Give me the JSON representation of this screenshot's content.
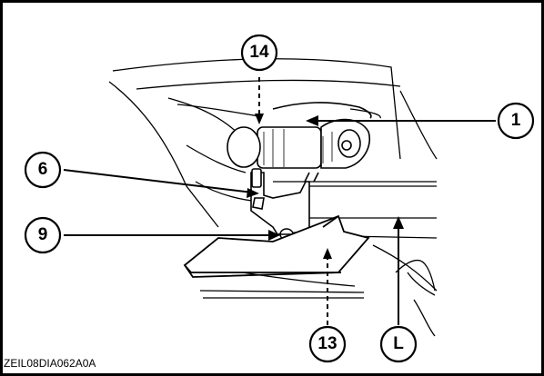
{
  "diagram": {
    "figure_id": "ZEIL08DIA062A0A",
    "callouts": {
      "c14": "14",
      "c1": "1",
      "c6": "6",
      "c9": "9",
      "c13": "13",
      "cL": "L"
    }
  }
}
